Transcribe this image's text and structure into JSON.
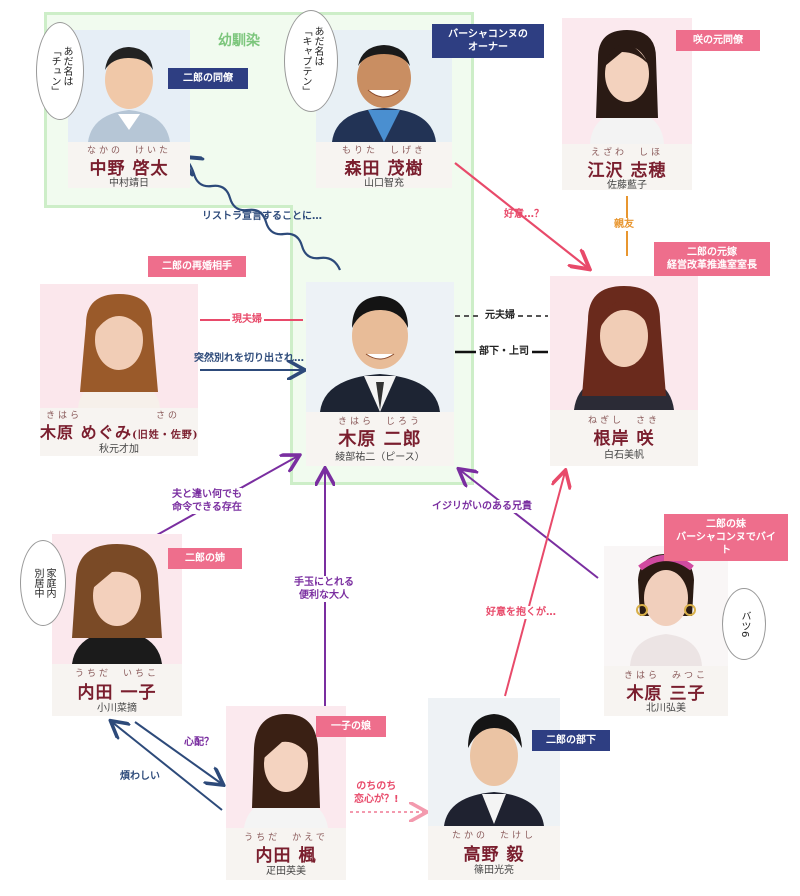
{
  "group": {
    "label": "幼馴染"
  },
  "characters": [
    {
      "key": "nakano",
      "ruby": "なかの　けいた",
      "name": "中野 啓太",
      "actor": "中村靖日"
    },
    {
      "key": "morita",
      "ruby": "もりた　しげき",
      "name": "森田 茂樹",
      "actor": "山口智充"
    },
    {
      "key": "ezawa",
      "ruby": "えざわ　しほ",
      "name": "江沢 志穂",
      "actor": "佐藤藍子"
    },
    {
      "key": "megumi",
      "ruby": "きはら",
      "ruby2": "さの",
      "name": "木原 めぐみ",
      "name_note": "(旧姓・佐野)",
      "actor": "秋元才加"
    },
    {
      "key": "jiro",
      "ruby": "きはら　じろう",
      "name": "木原 二郎",
      "actor": "綾部祐二（ピース）"
    },
    {
      "key": "negishi",
      "ruby": "ねぎし　さき",
      "name": "根岸 咲",
      "actor": "白石美帆"
    },
    {
      "key": "ichiko",
      "ruby": "うちだ　いちこ",
      "name": "内田 一子",
      "actor": "小川菜摘"
    },
    {
      "key": "mitsuko",
      "ruby": "きはら　みつこ",
      "name": "木原 三子",
      "actor": "北川弘美"
    },
    {
      "key": "kaede",
      "ruby": "うちだ　かえで",
      "name": "内田 楓",
      "actor": "疋田英美"
    },
    {
      "key": "takano",
      "ruby": "たかの　たけし",
      "name": "高野 毅",
      "actor": "篠田光亮"
    }
  ],
  "roles": {
    "nakano": "二郎の同僚",
    "morita": "バーシャコンヌの\nオーナー",
    "ezawa": "咲の元同僚",
    "megumi": "二郎の再婚相手",
    "negishi": "二郎の元嫁\n経営改革推進室室長",
    "ichiko": "二郎の姉",
    "mitsuko": "二郎の妹\nバーシャコンヌでバイト",
    "kaede": "一子の娘",
    "takano": "二郎の部下"
  },
  "bubbles": {
    "nakano": "あだ名は\n「チュン」",
    "morita": "あだ名は\n「キャプテン」",
    "ichiko": "家庭内\n別居中",
    "mitsuko": "バツ6"
  },
  "edges": {
    "restructure": "リストラ宣言することに…",
    "kōi": "好意…？",
    "shinyu": "親友",
    "genfufu": "現夫婦",
    "motofufu": "元夫婦",
    "separation": "突然別れを切り出され…",
    "buka": "部下・上司",
    "meirei": "夫と違い何でも\n命令できる存在",
    "tedama": "手玉にとれる\n便利な大人",
    "ijiri": "イジリがいのある兄貴",
    "kōi2": "好意を抱くが…",
    "shinpai": "心配？",
    "wazurawashii": "煩わしい",
    "nochinochi": "のちのち\n恋心が？!"
  },
  "colors": {
    "blue": "#2d4a7a",
    "pink": "#e84a6a",
    "orange": "#e8962f",
    "purple": "#7a2ea0",
    "green_border": "#c9ecc4",
    "role_pink": "#ee6e8c",
    "role_navy": "#2e3e82",
    "name": "#7a1e2e"
  }
}
